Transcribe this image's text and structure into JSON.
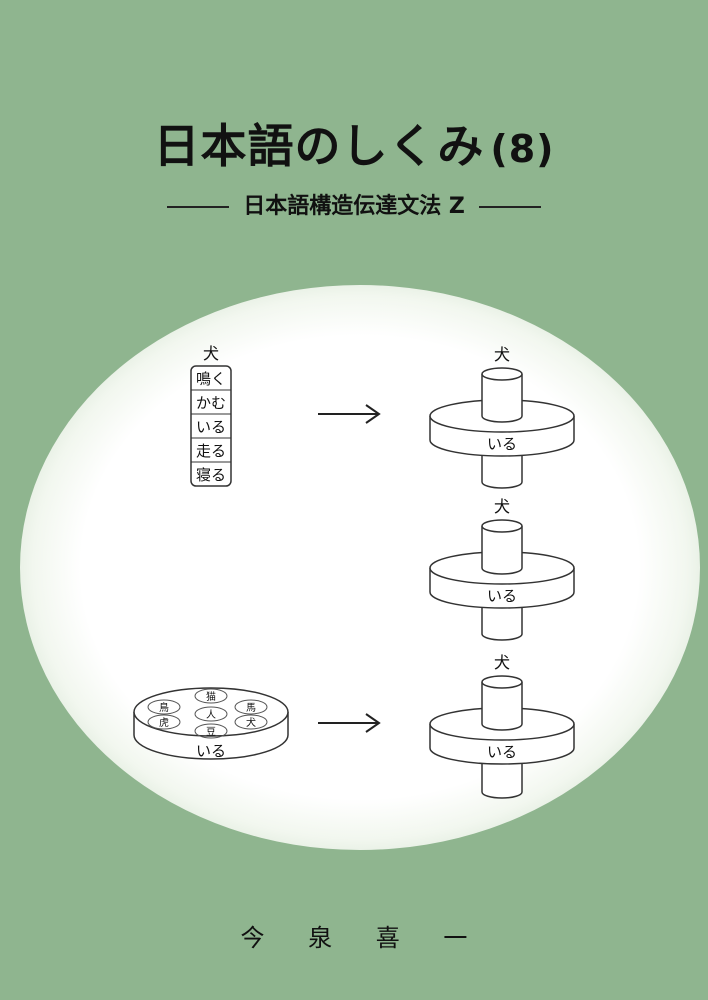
{
  "title": "日本語のしくみ",
  "volume": "(8)",
  "subtitle": "日本語構造伝達文法 Z",
  "author": "今 泉 喜 一",
  "diagram": {
    "stack_top": "犬",
    "stack_items": [
      "鳴く",
      "かむ",
      "いる",
      "走る",
      "寝る"
    ],
    "disc_center_label": "犬",
    "disc_label": "いる",
    "plate_items": [
      "猫",
      "鳥",
      "馬",
      "人",
      "虎",
      "犬",
      "豆"
    ],
    "plate_label": "いる"
  }
}
